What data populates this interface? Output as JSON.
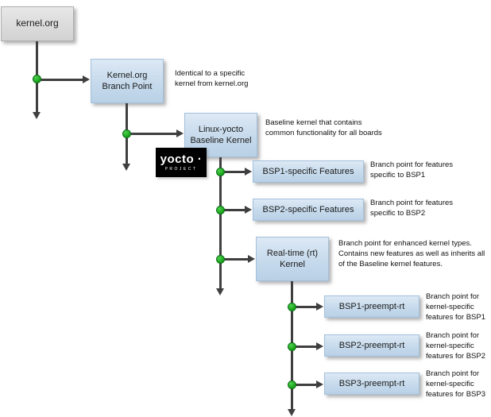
{
  "colors": {
    "line": "#3f3f3f",
    "dot_green": "#1aa31a",
    "box_blue": "#c6daec",
    "box_gray": "#d9d9d9",
    "logo_bg": "#000000"
  },
  "logo": {
    "title": "yocto ·",
    "subtitle": "PROJECT"
  },
  "nodes": {
    "kernel_org": {
      "label": "kernel.org"
    },
    "branch_point": {
      "label": "Kernel.org\nBranch Point",
      "note": "Identical to a specific\nkernel from kernel.org"
    },
    "linux_yocto": {
      "label": "Linux-yocto\nBaseline Kernel",
      "note": "Baseline kernel that contains\ncommon functionality for all boards"
    },
    "bsp1_features": {
      "label": "BSP1-specific Features",
      "note": "Branch point for features\nspecific to BSP1"
    },
    "bsp2_features": {
      "label": "BSP2-specific Features",
      "note": "Branch point for features\nspecific to BSP2"
    },
    "rt_kernel": {
      "label": "Real-time (rt)\nKernel",
      "note": "Branch point for enhanced kernel types.\nContains new features as well as inherits all\nof the Baseline kernel features."
    },
    "bsp1_preempt_rt": {
      "label": "BSP1-preempt-rt",
      "note": "Branch point for\nkernel-specific\nfeatures for BSP1"
    },
    "bsp2_preempt_rt": {
      "label": "BSP2-preempt-rt",
      "note": "Branch point for\nkernel-specific\nfeatures for BSP2"
    },
    "bsp3_preempt_rt": {
      "label": "BSP3-preempt-rt",
      "note": "Branch point for\nkernel-specific\nfeatures for BSP3"
    }
  }
}
